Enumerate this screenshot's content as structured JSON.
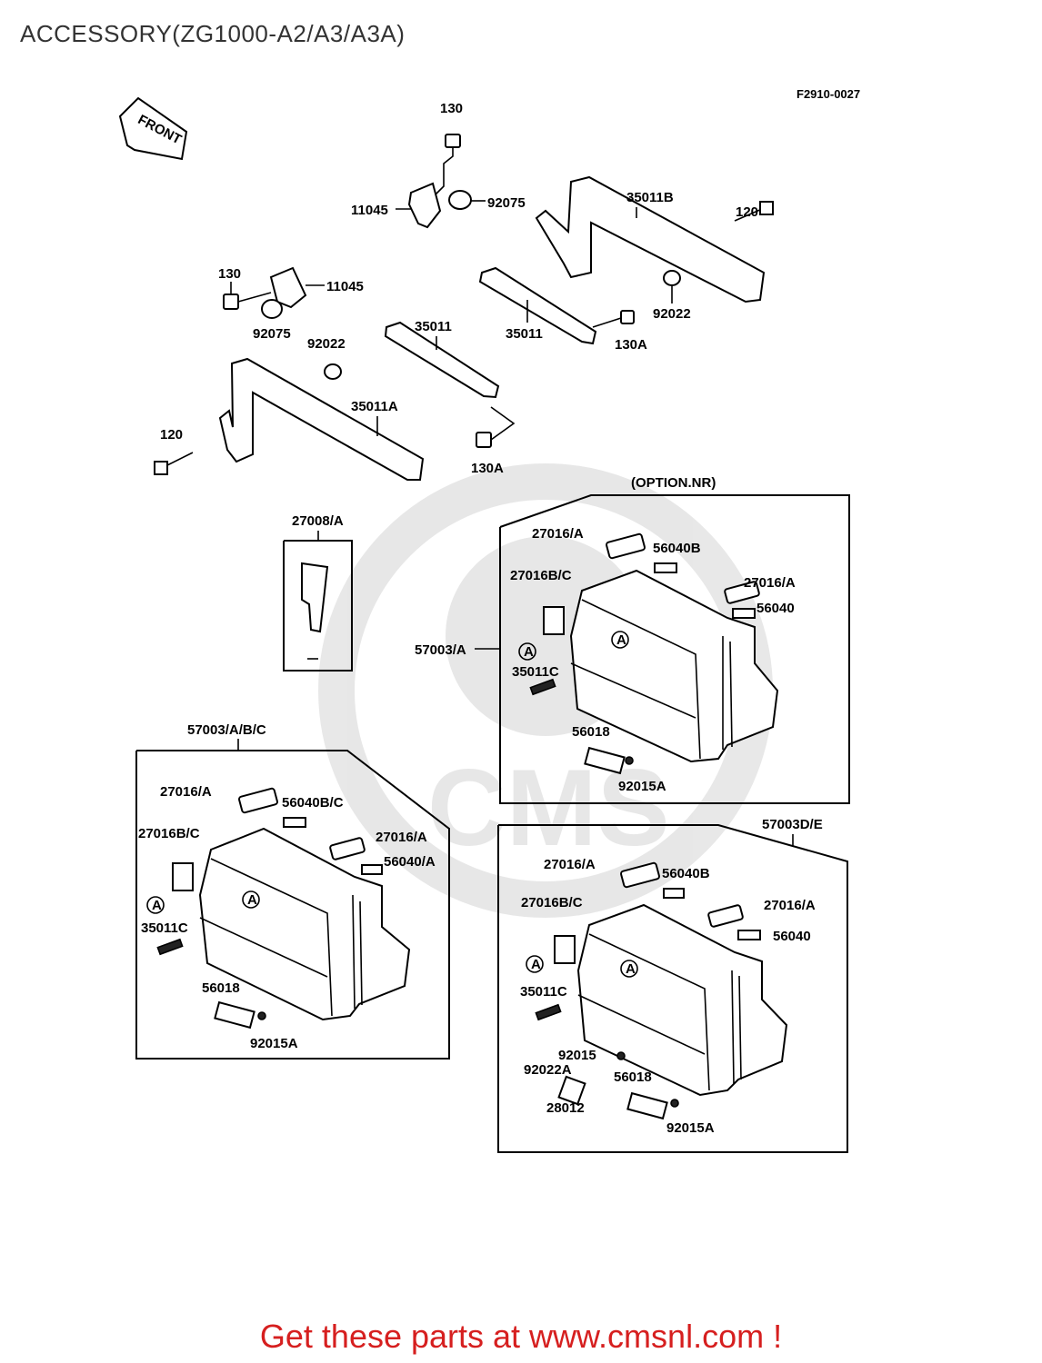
{
  "page": {
    "title": "ACCESSORY(ZG1000-A2/A3/A3A)",
    "drawing_code": "F2910-0027"
  },
  "front_marker": {
    "text": "FRONT",
    "icon": "front-arrow-icon"
  },
  "watermark": {
    "text": "CMS",
    "icon": "cms-watermark-logo"
  },
  "colors": {
    "footer": "#d61f1f",
    "title": "#333333"
  },
  "callouts": {
    "c130a": "130",
    "c11045a": "11045",
    "c92075a": "92075",
    "c35011b": "35011B",
    "c120a": "120",
    "c130b": "130",
    "c11045b": "11045",
    "c92075b": "92075",
    "c92022a": "92022",
    "c35011a_l": "35011",
    "c35011b_l": "35011",
    "c92022b": "92022",
    "c130a_a": "130A",
    "c35011a": "35011A",
    "c120b": "120",
    "c130a_b": "130A",
    "c27008": "27008/A"
  },
  "box_option": {
    "heading": "(OPTION.NR)",
    "main": "57003/A",
    "labels": [
      "27016/A",
      "56040B",
      "27016B/C",
      "27016/A",
      "56040",
      "35011C",
      "56018",
      "92015A"
    ],
    "marker": "A"
  },
  "box_abc": {
    "heading": "57003/A/B/C",
    "labels": [
      "27016/A",
      "56040B/C",
      "27016B/C",
      "27016/A",
      "56040/A",
      "35011C",
      "56018",
      "92015A"
    ],
    "marker": "A"
  },
  "box_de": {
    "heading": "57003D/E",
    "labels": [
      "27016/A",
      "56040B",
      "27016B/C",
      "27016/A",
      "56040",
      "35011C",
      "92015",
      "92022A",
      "56018",
      "28012",
      "92015A"
    ],
    "marker": "A"
  },
  "footer": {
    "text": "Get these parts at www.cmsnl.com !"
  }
}
